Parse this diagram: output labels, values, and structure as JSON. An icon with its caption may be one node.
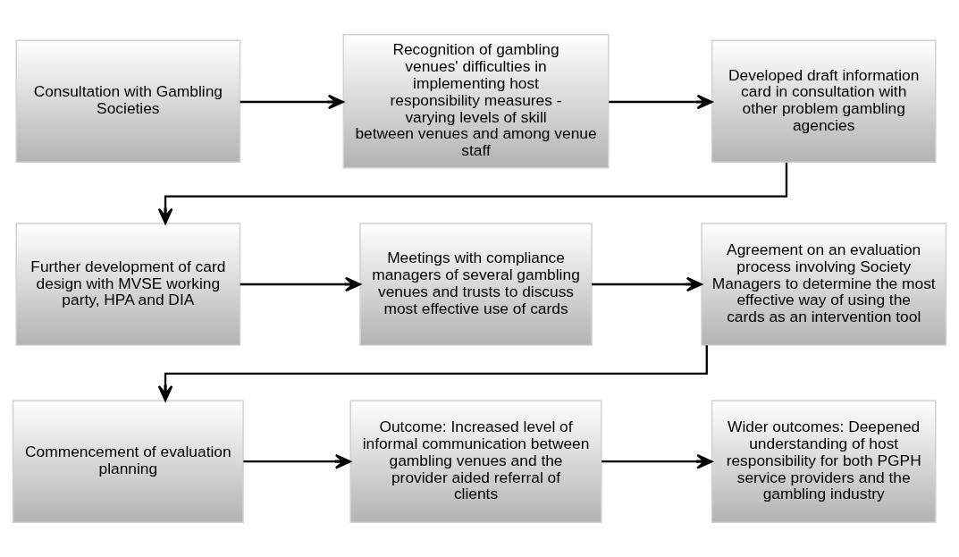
{
  "diagram": {
    "nodes": [
      {
        "text": [
          "Consultation with Gambling Societies"
        ]
      },
      {
        "text": [
          "Recognition of gambling venues' difficulties in implementing host responsibility measures - varying levels of skill between venues and among venue staff"
        ]
      },
      {
        "text": [
          "Developed draft information card in consultation with other problem gambling agencies"
        ]
      },
      {
        "text": [
          "Further development of card design with MVSE working party, HPA and DIA"
        ]
      },
      {
        "text": [
          "Meetings with compliance managers of several gambling venues and trusts to discuss most effective use of cards"
        ]
      },
      {
        "text": [
          "Agreement on an evaluation process involving Society Managers to determine the most effective way of using the cards as an intervention tool"
        ]
      },
      {
        "text": [
          "Commencement of evaluation planning"
        ]
      },
      {
        "text": [
          "Outcome: Increased level of informal communication between gambling venues and the provider aided referral of clients"
        ]
      },
      {
        "text": [
          "Wider outcomes: Deepened understanding of host responsibility for both PGPH service providers and the gambling industry"
        ]
      }
    ],
    "edges": [
      {
        "from": 0,
        "to": 1,
        "arrow": "to"
      },
      {
        "from": 1,
        "to": 2,
        "arrow": "to"
      },
      {
        "from": 2,
        "to": 3,
        "arrow": "to"
      },
      {
        "from": 3,
        "to": 4,
        "arrow": "to"
      },
      {
        "from": 4,
        "to": 5,
        "arrow": "to"
      },
      {
        "from": 5,
        "to": 6,
        "arrow": "to"
      },
      {
        "from": 6,
        "to": 7,
        "arrow": "to"
      },
      {
        "from": 7,
        "to": 8,
        "arrow": "to"
      }
    ]
  }
}
